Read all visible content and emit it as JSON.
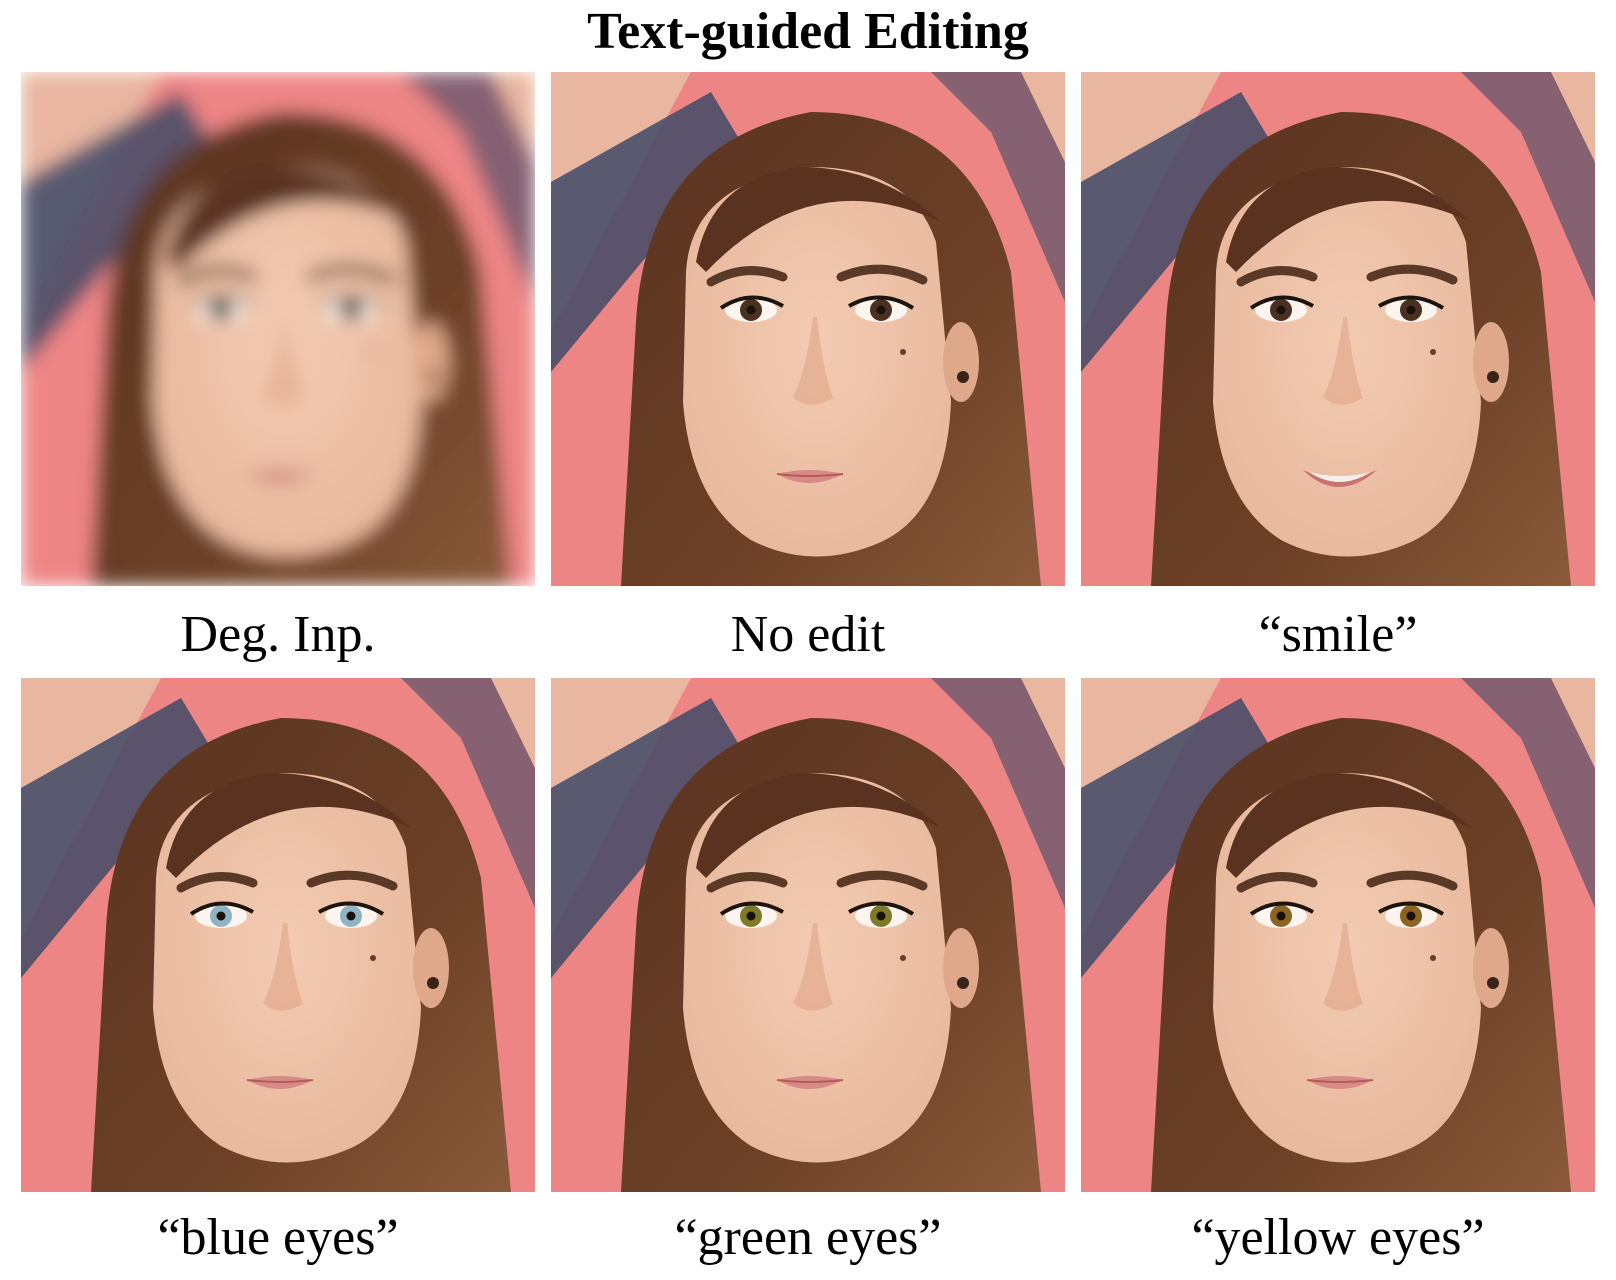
{
  "figure": {
    "title": "Text-guided Editing"
  },
  "panels": [
    {
      "caption": "Deg. Inp.",
      "image": "degraded-input-face",
      "eye_color": "#3a2a1e",
      "mouth": "neutral",
      "degraded": true
    },
    {
      "caption": "No edit",
      "image": "restored-face",
      "eye_color": "#4a3020",
      "mouth": "neutral",
      "degraded": false
    },
    {
      "caption": "“smile”",
      "image": "smile-edited-face",
      "eye_color": "#4a3020",
      "mouth": "smile",
      "degraded": false
    },
    {
      "caption": "“blue eyes”",
      "image": "blue-eyes-edited-face",
      "eye_color": "#8fb3c4",
      "mouth": "neutral",
      "degraded": false
    },
    {
      "caption": "“green eyes”",
      "image": "green-eyes-edited-face",
      "eye_color": "#7d7a2a",
      "mouth": "neutral",
      "degraded": false
    },
    {
      "caption": "“yellow eyes”",
      "image": "yellow-eyes-edited-face",
      "eye_color": "#8a6420",
      "mouth": "neutral",
      "degraded": false
    }
  ],
  "colors": {
    "background_pink": "#ee8585",
    "background_navy": "#3f4a66",
    "background_peach": "#e9b6a0",
    "hair": "#6b4026",
    "skin": "#e8b89c"
  }
}
